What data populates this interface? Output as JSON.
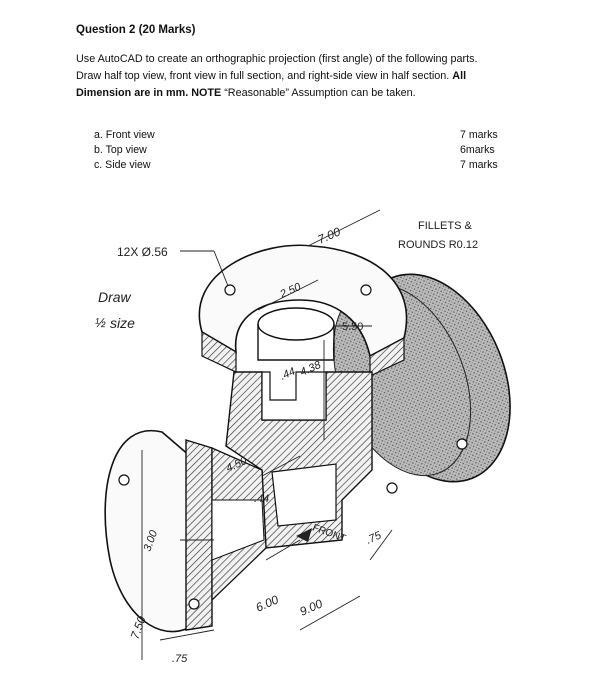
{
  "question": {
    "title": "Question 2 (20 Marks)"
  },
  "instructions": {
    "line1": "Use AutoCAD to create an orthographic projection (first angle) of the following parts.",
    "line2": "Draw half top view, front view in full section, and right-side view in half section. ",
    "line2_bold": "All",
    "line3_bold": "Dimension are in mm. NOTE ",
    "line3": "“Reasonable” Assumption can be taken."
  },
  "tasks": [
    {
      "label": "a.  Front view",
      "marks": "7 marks"
    },
    {
      "label": "b.  Top view",
      "marks": "6marks"
    },
    {
      "label": "c.  Side view",
      "marks": "7 marks"
    }
  ],
  "figure": {
    "holes_note": "12X Ø.56",
    "draw_note_1": "Draw",
    "draw_note_2": "size",
    "fillets_1": "FILLETS &",
    "fillets_2": "ROUNDS R0.12",
    "dims": {
      "d700": "7.00",
      "d250": "2.50",
      "d550": "5.50",
      "d44a": ".44",
      "d438": "4.38",
      "d450": "4.50",
      "d44b": ".44",
      "d300": "3.00",
      "d750": "7.50",
      "d75a": ".75",
      "d600": "6.00",
      "d900": "9.00",
      "d75b": ".75"
    },
    "front_label": "FRONT"
  }
}
